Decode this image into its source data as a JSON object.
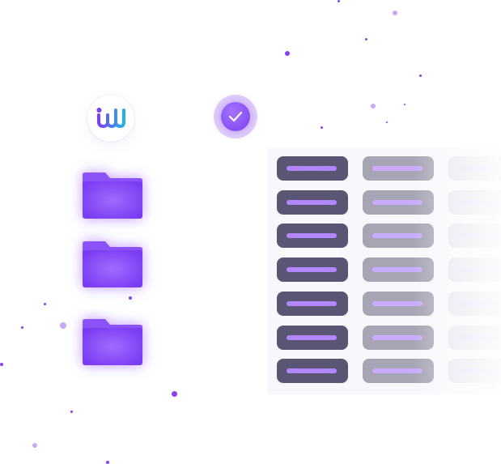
{
  "logo": {
    "name": "logo-w-icon",
    "colors": {
      "dot": "#7b3ff2",
      "start": "#7b3ff2",
      "end": "#23b3e8"
    }
  },
  "status": {
    "icon": "check-icon",
    "state": "checked",
    "color": "#7a3ff0"
  },
  "folders": [
    {
      "icon": "folder-icon"
    },
    {
      "icon": "folder-icon"
    },
    {
      "icon": "folder-icon"
    }
  ],
  "table": {
    "rows": 7,
    "columns": 3,
    "cell_icon": "text-placeholder-bar",
    "column_colors": [
      "#5b5574",
      "#a7a4b4",
      "#e6e4ec"
    ],
    "bar_colors": [
      "#b387ff",
      "#c8acff",
      "#e7dcff"
    ]
  },
  "accent": "#8a3ff0"
}
